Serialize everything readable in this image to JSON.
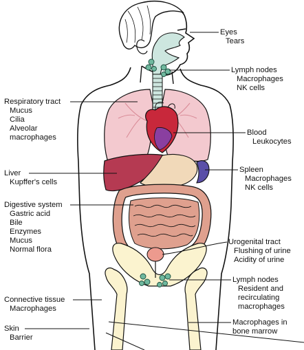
{
  "diagram": {
    "labels": {
      "eyes": {
        "title": "Eyes",
        "items": [
          "Tears"
        ]
      },
      "lymph_upper": {
        "title": "Lymph nodes",
        "items": [
          "Macrophages",
          "NK cells"
        ]
      },
      "respiratory": {
        "title": "Respiratory tract",
        "items": [
          "Mucus",
          "Cilia",
          "Alveolar",
          "macrophages"
        ]
      },
      "blood": {
        "title": "Blood",
        "items": [
          "Leukocytes"
        ]
      },
      "liver": {
        "title": "Liver",
        "items": [
          "Kupffer's cells"
        ]
      },
      "spleen": {
        "title": "Spleen",
        "items": [
          "Macrophages",
          "NK cells"
        ]
      },
      "digestive": {
        "title": "Digestive system",
        "items": [
          "Gastric acid",
          "Bile",
          "Enzymes",
          "Mucus",
          "Normal flora"
        ]
      },
      "urogenital": {
        "title": "Urogenital tract",
        "items": [
          "Flushing of urine",
          "Acidity of urine"
        ]
      },
      "lymph_lower": {
        "title": "Lymph nodes",
        "items": [
          "Resident and",
          "recirculating",
          "macrophages"
        ]
      },
      "connective": {
        "title": "Connective tissue",
        "items": [
          "Macrophages"
        ]
      },
      "bone_marrow": {
        "title": "Macrophages in",
        "items": [
          "bone marrow"
        ]
      },
      "skin": {
        "title": "Skin",
        "items": [
          "Barrier"
        ]
      }
    },
    "colors": {
      "outline": "#111111",
      "lung": "#f3c9cf",
      "lung_veins": "#d98b97",
      "heart": "#c8283b",
      "heart_purple": "#8a3fa0",
      "liver": "#b53a52",
      "spleen": "#5a4fa8",
      "stomach": "#f1d9b9",
      "intestine": "#dfa08e",
      "bone": "#fbf3cf",
      "lymph_node": "#6fb89e",
      "trachea": "#cde6df",
      "bladder": "#ec9a8e"
    }
  }
}
